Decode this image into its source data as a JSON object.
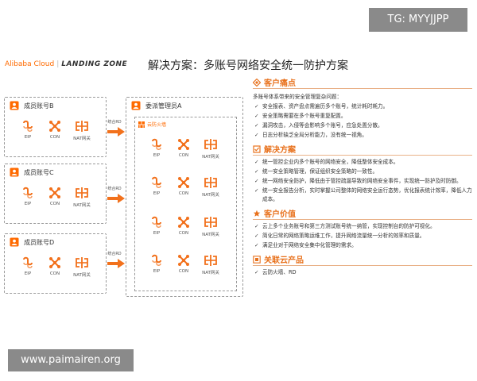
{
  "watermark_tag": "TG: MYYJJPP",
  "watermark_site": "www.paimairen.org",
  "brand": {
    "alibaba": "Alibaba Cloud",
    "sep": "|",
    "landing_zone": "LANDING ZONE"
  },
  "title": "解决方案：多账号网络安全统一防护方案",
  "member_accounts": [
    {
      "label": "成员账号B",
      "icons": [
        {
          "icon": "eip-icon",
          "label": "EIP"
        },
        {
          "icon": "con-icon",
          "label": "CON"
        },
        {
          "icon": "nat-gateway-icon",
          "label": "NAT网关"
        }
      ]
    },
    {
      "label": "成员账号C",
      "icons": [
        {
          "icon": "eip-icon",
          "label": "EIP"
        },
        {
          "icon": "con-icon",
          "label": "CON"
        },
        {
          "icon": "nat-gateway-icon",
          "label": "NAT网关"
        }
      ]
    },
    {
      "label": "成员账号D",
      "icons": [
        {
          "icon": "eip-icon",
          "label": "EIP"
        },
        {
          "icon": "con-icon",
          "label": "CON"
        },
        {
          "icon": "nat-gateway-icon",
          "label": "NAT网关"
        }
      ]
    }
  ],
  "arrow_label": "统合RD",
  "admin_account": {
    "label": "委派管理员A",
    "firewall_label": "云防火墙",
    "rows": [
      [
        {
          "label": "EIP"
        },
        {
          "label": "CON"
        },
        {
          "label": "NAT网关"
        }
      ],
      [
        {
          "label": "EIP"
        },
        {
          "label": "CON"
        },
        {
          "label": "NAT网关"
        }
      ],
      [
        {
          "label": "EIP"
        },
        {
          "label": "CON"
        },
        {
          "label": "NAT网关"
        }
      ],
      [
        {
          "label": "EIP"
        },
        {
          "label": "CON"
        },
        {
          "label": "NAT网关"
        }
      ]
    ]
  },
  "sections": {
    "pain": {
      "heading": "客户痛点",
      "intro": "多账号体系带来的安全管理复杂问题：",
      "items": [
        "安全报表、资产盘点需遍历多个账号，统计耗时耗力。",
        "安全策略需要在多个账号重复配置。",
        "漏洞攻击，入侵等会影响多个账号，应急处置分散。",
        "日志分析缺乏全局分析能力，没有统一视角。"
      ]
    },
    "solution": {
      "heading": "解决方案",
      "items": [
        "统一管控企业内多个账号的网络安全，降低整体安全成本。",
        "统一安全策略管理，保证组织安全策略的一致性。",
        "统一网络安全防护，降低由于管控疏漏导致的网络安全事件，实现统一防护及时防御。",
        "统一安全报告分析，实时掌握公司整体的网络安全运行态势，优化报表统计效率，降低人力成本。"
      ]
    },
    "value": {
      "heading": "客户价值",
      "items": [
        "云上多个业务账号和第三方测试账号统一纳管，实现控制台的防护可视化。",
        "简化日常的网络策略运维工作，提升网络流量统一分析的效率和质量。",
        "满足业对于网络安全集中化管理的需求。"
      ]
    },
    "products": {
      "heading": "关联云产品",
      "items": [
        "云防火墙、RD"
      ]
    }
  },
  "colors": {
    "accent": "#e8711c",
    "icon": "#f2711c",
    "text": "#333333",
    "watermark_bg": "#8a8a8a"
  }
}
